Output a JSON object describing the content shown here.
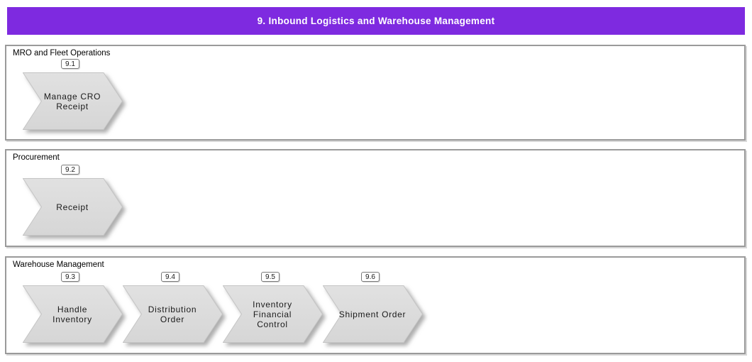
{
  "header": {
    "title": "9. Inbound Logistics and Warehouse Management"
  },
  "lanes": [
    {
      "title": "MRO and Fleet Operations",
      "processes": [
        {
          "id": "9.1",
          "label": "Manage CRO\nReceipt"
        }
      ]
    },
    {
      "title": "Procurement",
      "processes": [
        {
          "id": "9.2",
          "label": "Receipt"
        }
      ]
    },
    {
      "title": "Warehouse Management",
      "processes": [
        {
          "id": "9.3",
          "label": "Handle\nInventory"
        },
        {
          "id": "9.4",
          "label": "Distribution\nOrder"
        },
        {
          "id": "9.5",
          "label": "Inventory\nFinancial\nControl"
        },
        {
          "id": "9.6",
          "label": "Shipment Order"
        }
      ]
    }
  ],
  "colors": {
    "header_background": "#7E2AE0",
    "header_text": "#FFFFFF",
    "arrow_fill_top": "#E1E1E1",
    "arrow_fill_bottom": "#D6D6D6",
    "arrow_stroke": "#C4C4C4",
    "lane_border": "#9A9A9A",
    "text": "#1A1A1A"
  }
}
